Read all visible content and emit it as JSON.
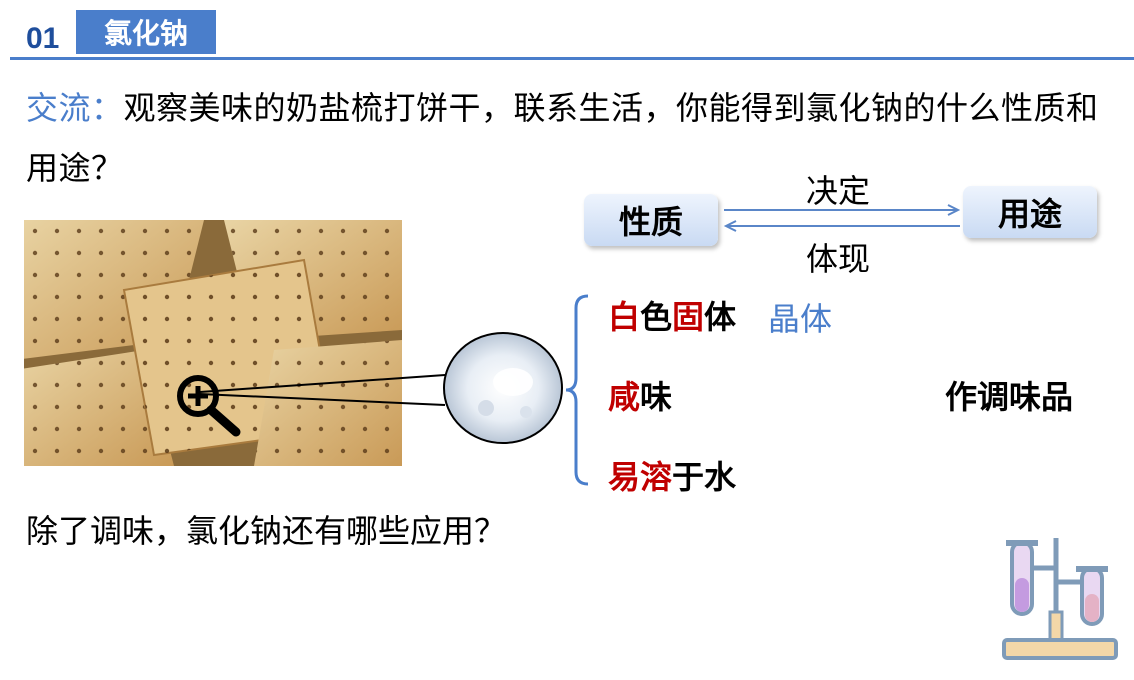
{
  "header": {
    "number": "01",
    "title": "氯化钠"
  },
  "intro": {
    "label": "交流：",
    "text": "观察美味的奶盐梳打饼干，联系生活，你能得到氯化钠的什么性质和用途？"
  },
  "relation": {
    "left_box": "性质",
    "right_box": "用途",
    "top_label": "决定",
    "bottom_label": "体现"
  },
  "properties": [
    {
      "parts": [
        {
          "text": "白",
          "color": "red"
        },
        {
          "text": "色",
          "color": "black"
        },
        {
          "text": "固",
          "color": "red"
        },
        {
          "text": "体",
          "color": "black"
        }
      ],
      "extra": "晶体"
    },
    {
      "parts": [
        {
          "text": "咸",
          "color": "red"
        },
        {
          "text": "味",
          "color": "black"
        }
      ]
    },
    {
      "parts": [
        {
          "text": "易溶",
          "color": "red"
        },
        {
          "text": "于水",
          "color": "black"
        }
      ]
    }
  ],
  "use": "作调味品",
  "question": "除了调味，氯化钠还有哪些应用？",
  "icons": {
    "magnifier": "magnifier-icon",
    "lab": "lab-test-tubes-icon"
  },
  "colors": {
    "accent": "#4a7ecb",
    "highlight_red": "#c00000"
  }
}
